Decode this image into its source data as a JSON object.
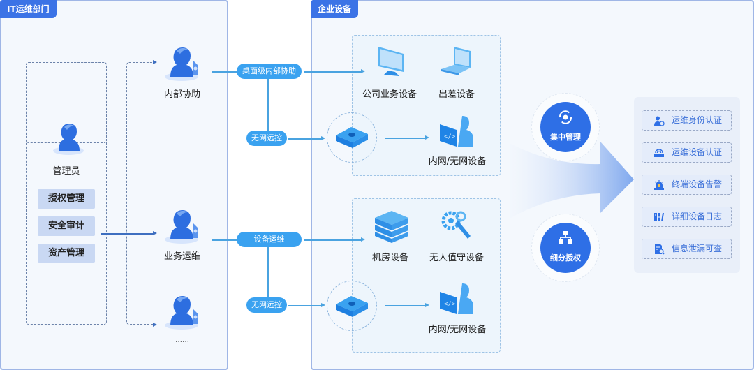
{
  "it_department": {
    "title": "IT运维部门",
    "admin": {
      "label": "管理员",
      "functions": [
        "授权管理",
        "安全审计",
        "资产管理"
      ]
    },
    "roles": [
      {
        "label": "内部协助"
      },
      {
        "label": "业务运维"
      },
      {
        "label": "……"
      }
    ]
  },
  "connectors": {
    "internal_assist_pill": "桌面级内部协助",
    "offline_remote_pill_1": "无网远控",
    "device_ops_pill": "设备运维",
    "offline_remote_pill_2": "无网远控"
  },
  "enterprise_devices": {
    "title": "企业设备",
    "group1": {
      "devices": [
        {
          "label": "公司业务设备",
          "icon": "monitor-icon"
        },
        {
          "label": "出差设备",
          "icon": "laptop-icon"
        },
        {
          "label": "内网/无网设备",
          "icon": "code-user-icon"
        }
      ]
    },
    "group2": {
      "devices": [
        {
          "label": "机房设备",
          "icon": "server-icon"
        },
        {
          "label": "无人值守设备",
          "icon": "gear-wrench-icon"
        },
        {
          "label": "内网/无网设备",
          "icon": "code-user-icon"
        }
      ]
    }
  },
  "management": {
    "centralized": "集中管理",
    "granular": "细分授权"
  },
  "features": [
    {
      "label": "运维身份认证",
      "icon": "user-check-icon"
    },
    {
      "label": "运维设备认证",
      "icon": "device-auth-icon"
    },
    {
      "label": "终端设备告警",
      "icon": "alarm-icon"
    },
    {
      "label": "详细设备日志",
      "icon": "log-icon"
    },
    {
      "label": "信息泄漏可查",
      "icon": "doc-search-icon"
    }
  ],
  "colors": {
    "primary": "#3b73e6",
    "pill": "#3aa2f0",
    "panel_bg": "#f4f8fd",
    "feature_text": "#3a6fd8"
  }
}
